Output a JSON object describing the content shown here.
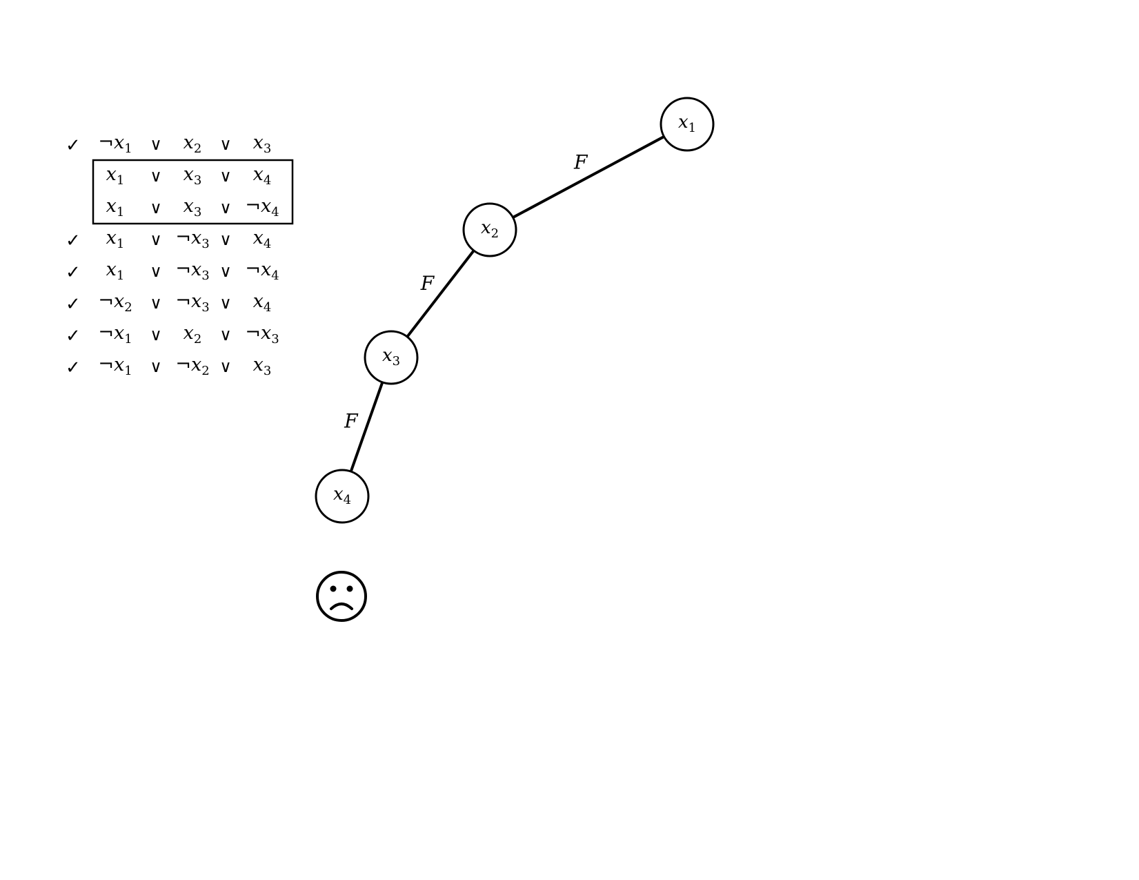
{
  "clauses": [
    {
      "checked": true,
      "boxed": false,
      "literals": [
        {
          "neg": true,
          "var": "x",
          "idx": "1"
        },
        {
          "neg": false,
          "var": "x",
          "idx": "2"
        },
        {
          "neg": false,
          "var": "x",
          "idx": "3"
        }
      ]
    },
    {
      "checked": false,
      "boxed": true,
      "literals": [
        {
          "neg": false,
          "var": "x",
          "idx": "1"
        },
        {
          "neg": false,
          "var": "x",
          "idx": "3"
        },
        {
          "neg": false,
          "var": "x",
          "idx": "4"
        }
      ]
    },
    {
      "checked": false,
      "boxed": true,
      "literals": [
        {
          "neg": false,
          "var": "x",
          "idx": "1"
        },
        {
          "neg": false,
          "var": "x",
          "idx": "3"
        },
        {
          "neg": true,
          "var": "x",
          "idx": "4"
        }
      ]
    },
    {
      "checked": true,
      "boxed": false,
      "literals": [
        {
          "neg": false,
          "var": "x",
          "idx": "1"
        },
        {
          "neg": true,
          "var": "x",
          "idx": "3"
        },
        {
          "neg": false,
          "var": "x",
          "idx": "4"
        }
      ]
    },
    {
      "checked": true,
      "boxed": false,
      "literals": [
        {
          "neg": false,
          "var": "x",
          "idx": "1"
        },
        {
          "neg": true,
          "var": "x",
          "idx": "3"
        },
        {
          "neg": true,
          "var": "x",
          "idx": "4"
        }
      ]
    },
    {
      "checked": true,
      "boxed": false,
      "literals": [
        {
          "neg": true,
          "var": "x",
          "idx": "2"
        },
        {
          "neg": true,
          "var": "x",
          "idx": "3"
        },
        {
          "neg": false,
          "var": "x",
          "idx": "4"
        }
      ]
    },
    {
      "checked": true,
      "boxed": false,
      "literals": [
        {
          "neg": true,
          "var": "x",
          "idx": "1"
        },
        {
          "neg": false,
          "var": "x",
          "idx": "2"
        },
        {
          "neg": true,
          "var": "x",
          "idx": "3"
        }
      ]
    },
    {
      "checked": true,
      "boxed": false,
      "literals": [
        {
          "neg": true,
          "var": "x",
          "idx": "1"
        },
        {
          "neg": true,
          "var": "x",
          "idx": "2"
        },
        {
          "neg": false,
          "var": "x",
          "idx": "3"
        }
      ]
    }
  ],
  "symbols": {
    "or": "∨",
    "not": "¬",
    "check": "✓"
  },
  "tree": {
    "nodes": [
      {
        "var": "x",
        "idx": "1"
      },
      {
        "var": "x",
        "idx": "2"
      },
      {
        "var": "x",
        "idx": "3"
      },
      {
        "var": "x",
        "idx": "4"
      }
    ],
    "edges": [
      {
        "from": 0,
        "to": 1,
        "label": "F"
      },
      {
        "from": 1,
        "to": 2,
        "label": "F"
      },
      {
        "from": 2,
        "to": 3,
        "label": "F"
      }
    ],
    "outcome": "sad-face-icon"
  }
}
